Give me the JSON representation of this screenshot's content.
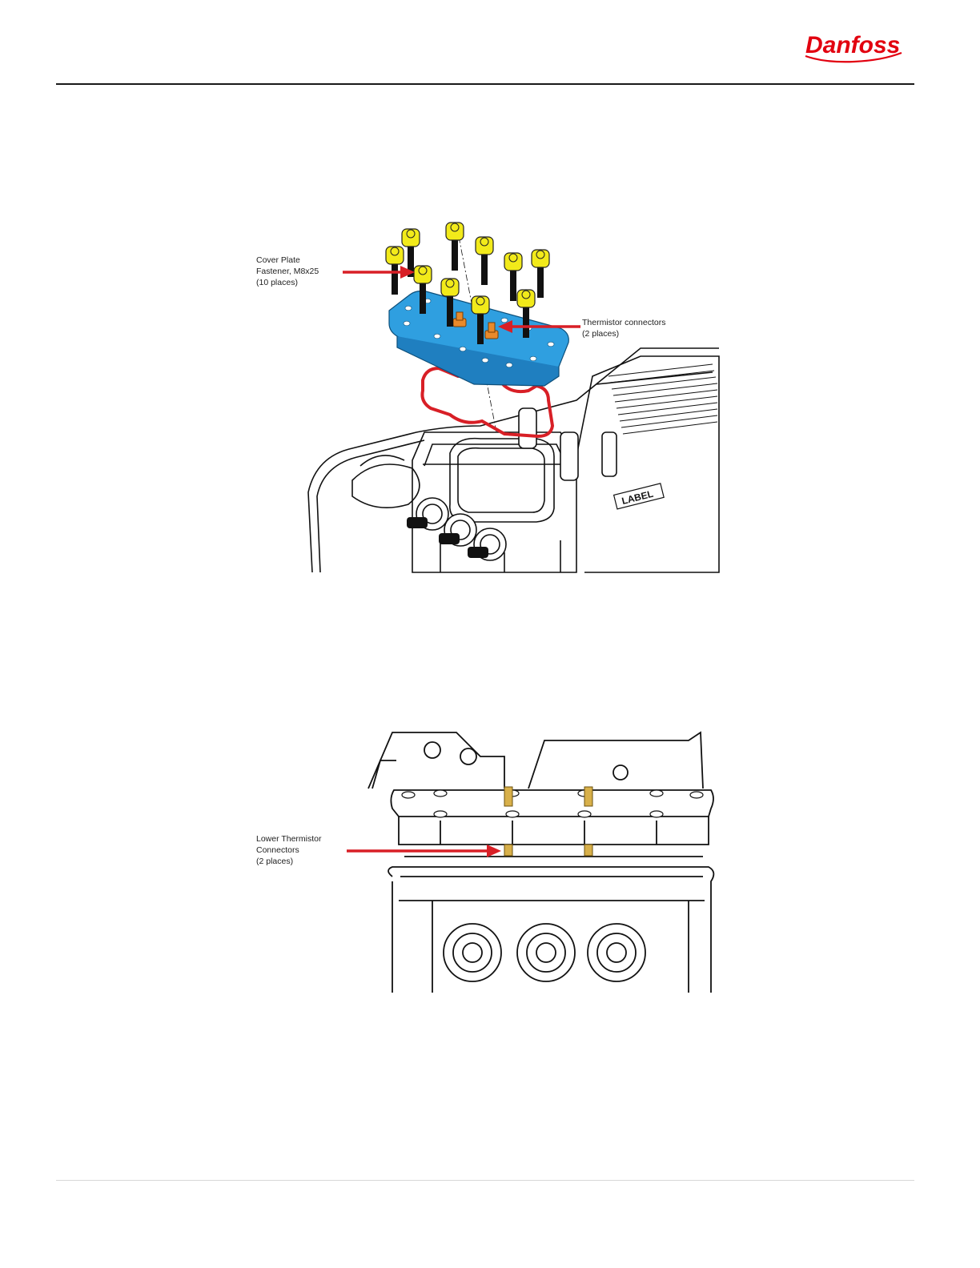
{
  "brand": {
    "logo_text": "Danfoss",
    "logo_color": "#e2000f"
  },
  "figure1": {
    "callout_fastener": "Cover Plate\nFastener, M8x25\n(10 places)",
    "callout_thermistor": "Thermistor connectors\n(2 places)",
    "stamp_text": "LABEL",
    "colors": {
      "cover_plate": "#2f9fe0",
      "bolt": "#f2ea1a",
      "gasket": "#d81f26",
      "connector": "#e98a2b",
      "arrow": "#d81f26"
    }
  },
  "figure2": {
    "callout_lower": "Lower Thermistor\nConnectors\n(2 places)",
    "colors": {
      "arrow": "#d81f26",
      "pin": "#d8b04a"
    }
  }
}
